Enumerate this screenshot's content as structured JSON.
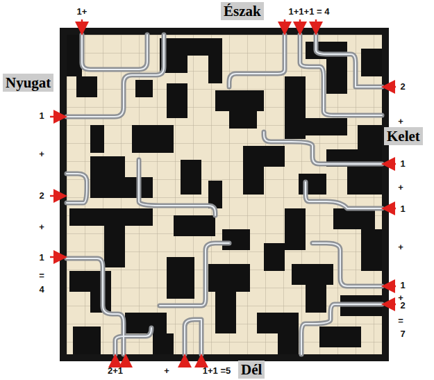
{
  "diagram": {
    "nodes": [
      {
        "text": [
          "Észak"
        ]
      },
      {
        "text": [
          "Nyugat"
        ]
      },
      {
        "text": [
          "Kelet"
        ]
      },
      {
        "text": [
          "Dél"
        ]
      }
    ],
    "labels": [
      "1+",
      "1+1+1 = 4",
      "1",
      "+",
      "2",
      "+",
      "1",
      "=",
      "4",
      "2",
      "+",
      "1",
      "+",
      "1",
      "+",
      "1",
      "+",
      "2",
      "=",
      "7",
      "2+1",
      "+",
      "1+1 =5"
    ]
  }
}
